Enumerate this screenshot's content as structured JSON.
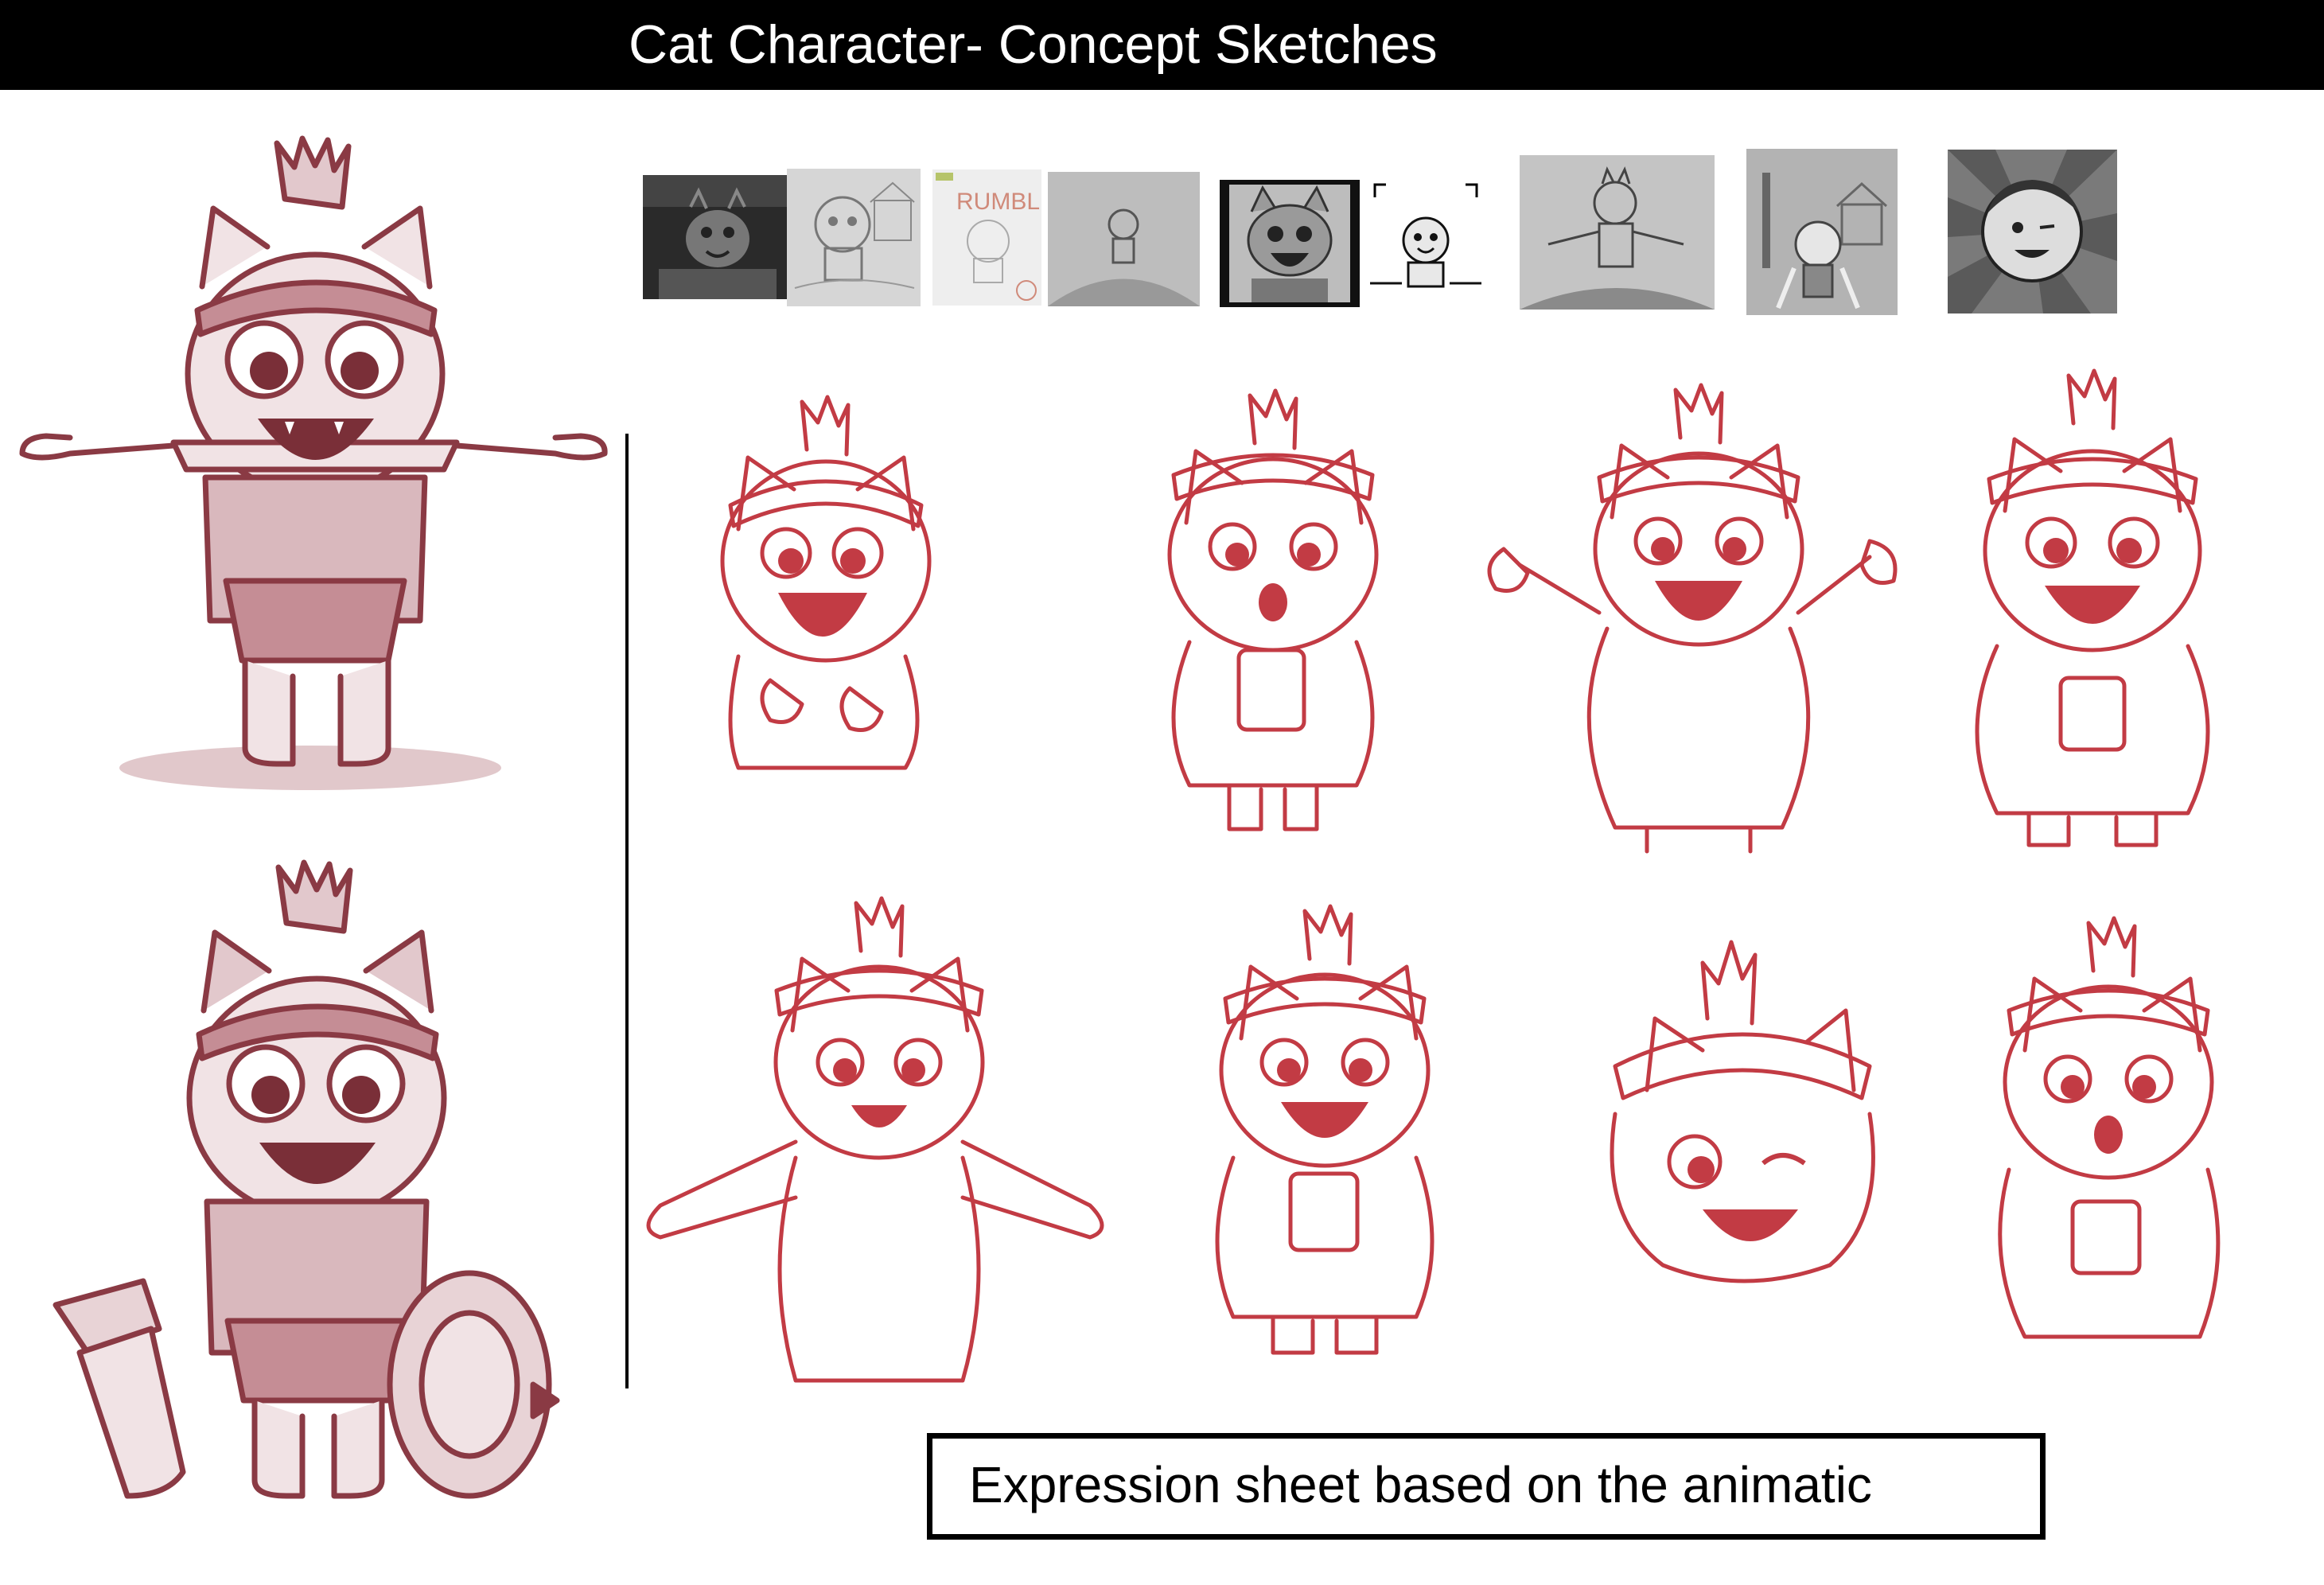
{
  "header": {
    "title": "Cat Character- Concept Sketches"
  },
  "caption": {
    "text": "Expression sheet based on the animatic"
  },
  "thumbnails": {
    "items": [
      {
        "name": "thumb-cat-dark-scene"
      },
      {
        "name": "thumb-cat-village"
      },
      {
        "name": "thumb-cat-rumble"
      },
      {
        "name": "thumb-cat-on-hill"
      },
      {
        "name": "thumb-cat-closeup"
      },
      {
        "name": "thumb-cat-popup"
      },
      {
        "name": "thumb-cat-arms-out"
      },
      {
        "name": "thumb-cat-glow-house"
      },
      {
        "name": "thumb-woman-wink"
      }
    ],
    "scribbled_text": "RUMBLE"
  },
  "colors": {
    "title_bar_bg": "#000000",
    "title_text": "#ffffff",
    "full_body_sketch": "#8a3a44",
    "full_body_fill": "#f1e3e5",
    "expression_sketch": "#c23b44",
    "background": "#ffffff"
  },
  "sketches": {
    "full_body": [
      {
        "name": "cat-tpose-armor",
        "pose": "t-pose"
      },
      {
        "name": "cat-sword-shield",
        "pose": "sword and shield"
      }
    ],
    "expressions": [
      {
        "name": "expr-laughing-hands-up",
        "expression": "laugh"
      },
      {
        "name": "expr-surprised-phone",
        "expression": "surprised"
      },
      {
        "name": "expr-arms-raised",
        "expression": "cheer"
      },
      {
        "name": "expr-happy-phone",
        "expression": "happy"
      },
      {
        "name": "expr-tpose-smile",
        "expression": "smile"
      },
      {
        "name": "expr-phone-laugh",
        "expression": "laugh"
      },
      {
        "name": "expr-wink-headshot",
        "expression": "wink"
      },
      {
        "name": "expr-shocked-phone",
        "expression": "shocked"
      }
    ]
  }
}
